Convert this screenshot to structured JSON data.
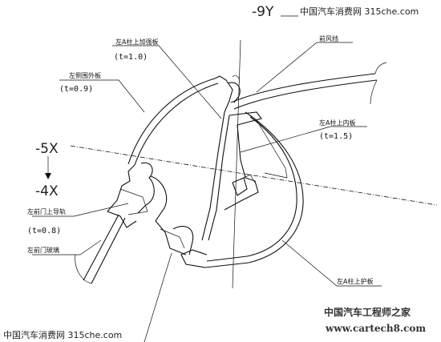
{
  "sections": {
    "top": "-9Y",
    "middle": "-5X",
    "lower": "-4X"
  },
  "callouts": {
    "a_pillar_reinforcement": {
      "name": "左A柱上加强板",
      "thickness": "(t=1.0)"
    },
    "body_side_outer": {
      "name": "左侧围外板",
      "thickness": "(t=0.9)"
    },
    "windshield": {
      "name": "前风挡"
    },
    "a_pillar_inner": {
      "name": "左A柱上内板",
      "thickness": "(t=1.5)"
    },
    "door_rail": {
      "name": "左前门上导轨",
      "thickness": "(t=0.8)"
    },
    "door_glass": {
      "name": "左前门玻璃"
    },
    "a_pillar_trim": {
      "name": "左A柱上护板"
    }
  },
  "watermarks": {
    "top_right": "中国汽车消费网 315che.com",
    "bottom_left": "中国汽车消费网 315che.com",
    "brand": "中国汽车工程师之家",
    "url": "www.cartech8.com"
  }
}
